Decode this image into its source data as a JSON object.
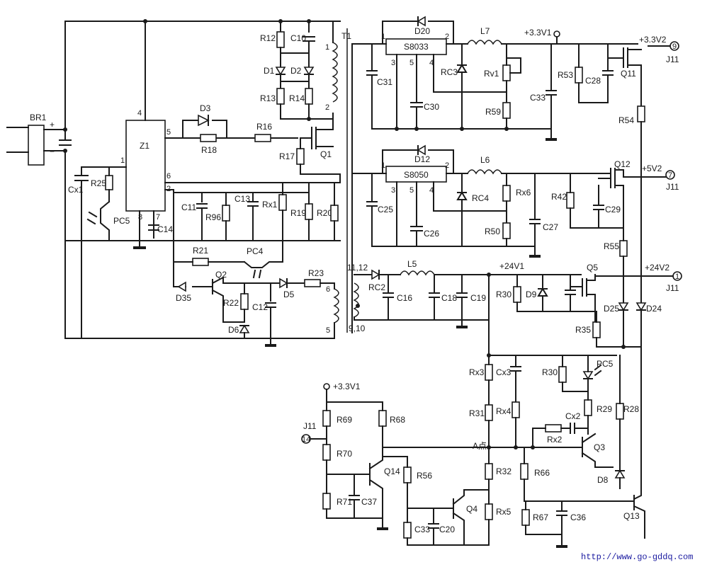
{
  "labels": {
    "br1": "BR1",
    "plus": "+",
    "minus": "−",
    "tilde": "~",
    "z1": "Z1",
    "pin1": "1",
    "pin2": "2",
    "pin3": "3",
    "pin4": "4",
    "pin5": "5",
    "pin6": "6",
    "pin7": "7",
    "pin8": "8",
    "cx1": "Cx1",
    "r25": "R25",
    "pc5": "PC5",
    "c14": "C14",
    "d3": "D3",
    "r18": "R18",
    "r16": "R16",
    "r17": "R17",
    "q1": "Q1",
    "r12": "R12",
    "c10": "C10",
    "d1": "D1",
    "d2": "D2",
    "r13": "R13",
    "r14": "R14",
    "t1": "T1",
    "c11": "C11",
    "r96": "R96",
    "c13": "C13",
    "rx1": "Rx1",
    "r19": "R19",
    "r20": "R20",
    "r21": "R21",
    "pc4": "PC4",
    "d35": "D35",
    "q2": "Q2",
    "r22": "R22",
    "c12": "C12",
    "d6": "D6",
    "d5": "D5",
    "r23": "R23",
    "t1pin6": "6",
    "t1pin5": "5",
    "t1pins1112": "11,12",
    "t1pins910": "9,10",
    "d20": "D20",
    "s8033": "S8033",
    "l7": "L7",
    "v33v1": "+3.3V1",
    "v33v2": "+3.3V2",
    "c31": "C31",
    "rc3": "RC3",
    "rv1": "Rv1",
    "c30": "C30",
    "r59": "R59",
    "c33a": "C33",
    "r53": "R53",
    "c28": "C28",
    "q11": "Q11",
    "r54": "R54",
    "j11": "J11",
    "j9": "9",
    "j7": "7",
    "j1": "1",
    "j14": "14",
    "d12": "D12",
    "s8050": "S8050",
    "l6": "L6",
    "v5v2": "+5V2",
    "q12": "Q12",
    "c25": "C25",
    "rc4": "RC4",
    "rx6": "Rx6",
    "r50": "R50",
    "c26": "C26",
    "c27": "C27",
    "r42": "R42",
    "c29": "C29",
    "r55": "R55",
    "rc2": "RC2",
    "l5": "L5",
    "c16": "C16",
    "c18": "C18",
    "c19": "C19",
    "v24v1": "+24V1",
    "v24v2": "+24V2",
    "q5": "Q5",
    "r30a": "R30",
    "d9": "D9",
    "d25": "D25",
    "d24": "D24",
    "r35": "R35",
    "rx3": "Rx3",
    "cx3": "Cx3",
    "r30b": "R30",
    "pc5b": "PC5",
    "r31": "R31",
    "rx4": "Rx4",
    "cx2": "Cx2",
    "r29": "R29",
    "r28": "R28",
    "rx2": "Rx2",
    "pointA": "A点",
    "q3": "Q3",
    "d8": "D8",
    "r32": "R32",
    "r66": "R66",
    "rx5": "Rx5",
    "r67": "R67",
    "c36": "C36",
    "q13": "Q13",
    "r56": "R56",
    "q4": "Q4",
    "c33b": "C33",
    "c20": "C20",
    "v33v1b": "+3.3V1",
    "r69": "R69",
    "r68": "R68",
    "r70": "R70",
    "q14": "Q14",
    "r71": "R71",
    "c37": "C37",
    "url": "http://www.go-gddq.com"
  },
  "colors": {
    "ink": "#1a1a1a",
    "paper": "#ffffff",
    "watermark": "#1a1aa0"
  }
}
